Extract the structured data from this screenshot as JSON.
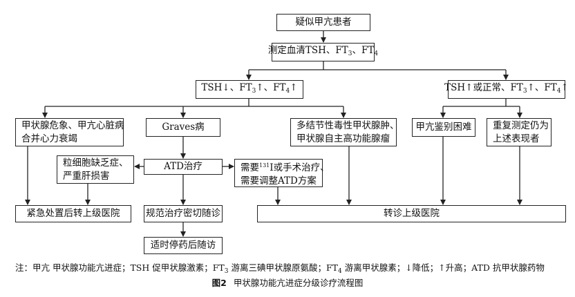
{
  "nodes": {
    "suspect": "疑似甲亢患者",
    "test_pre": "测定血清TSH、FT",
    "test_mid": "、FT",
    "tsh_low_pre": "TSH↓、FT",
    "tsh_low_mid": "↑、FT",
    "tsh_low_post": "↑",
    "tsh_high_pre": "TSH↑或正常、FT",
    "tsh_high_mid": "↑、FT",
    "tsh_high_post": "↑",
    "crisis_l1": "甲状腺危象、甲亢心脏病",
    "crisis_l2": "合并心力衰竭",
    "graves": "Graves病",
    "nodular_l1": "多结节性毒性甲状腺肿、",
    "nodular_l2": "甲状腺自主高功能腺瘤",
    "diff": "甲亢鉴别困难",
    "repeat_l1": "重复测定仍为",
    "repeat_l2": "上述表现者",
    "atd": "ATD治疗",
    "agran_l1": "粒细胞缺乏症、",
    "agran_l2": "严重肝损害",
    "iodine_l1_pre": "需要",
    "iodine_sup": "131",
    "iodine_l1_post": "I或手术治疗、",
    "iodine_l2": "需要调整ATD方案",
    "emergency": "紧急处置后转上级医院",
    "followup": "规范治疗密切随诊",
    "referral": "转诊上级医院",
    "stop": "适时停药后随访"
  },
  "subs": {
    "three": "3",
    "four": "4"
  },
  "note": {
    "prefix": "注：甲亢 甲状腺功能亢进症；TSH 促甲状腺激素；FT",
    "mid1": " 游离三碘甲状腺原氨酸；FT",
    "mid2": " 游离甲状腺素；↓降低；↑升高；ATD 抗甲状腺药物"
  },
  "caption": {
    "label": "图2",
    "title": "甲状腺功能亢进症分级诊疗流程图"
  }
}
